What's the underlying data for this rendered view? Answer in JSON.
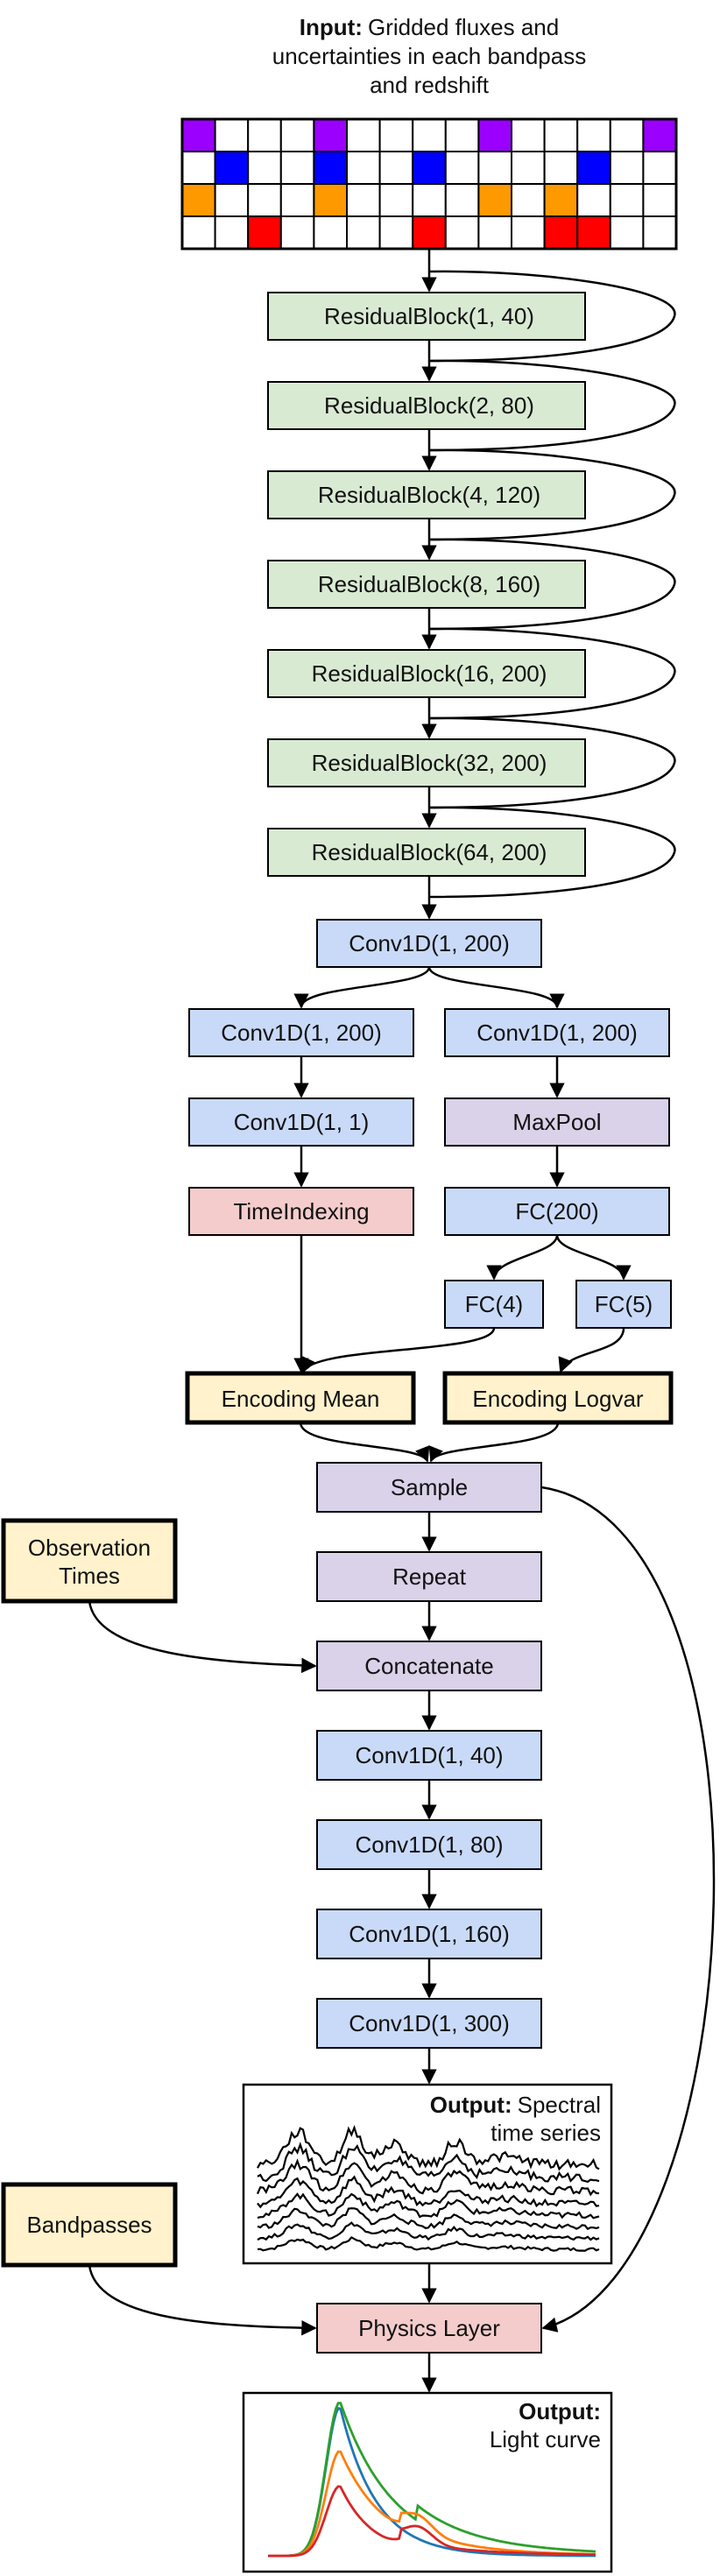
{
  "input": {
    "title_bold": "Input:",
    "title_line1": "Gridded fluxes and",
    "title_line2": "uncertainties in each bandpass",
    "title_line3": "and redshift",
    "grid_rows": [
      [
        1,
        0,
        0,
        0,
        1,
        0,
        0,
        0,
        0,
        1,
        0,
        0,
        0,
        0,
        1
      ],
      [
        0,
        2,
        0,
        0,
        2,
        0,
        0,
        2,
        0,
        0,
        0,
        0,
        2,
        0,
        0
      ],
      [
        3,
        0,
        0,
        0,
        3,
        0,
        0,
        0,
        0,
        3,
        0,
        3,
        0,
        0,
        0
      ],
      [
        0,
        0,
        4,
        0,
        0,
        0,
        0,
        4,
        0,
        0,
        0,
        4,
        4,
        0,
        0
      ]
    ],
    "grid_colors": {
      "0": "#ffffff",
      "1": "#9b00ff",
      "2": "#0000ff",
      "3": "#ff9900",
      "4": "#ff0000"
    }
  },
  "residual_blocks": [
    "ResidualBlock(1, 40)",
    "ResidualBlock(2, 80)",
    "ResidualBlock(4, 120)",
    "ResidualBlock(8, 160)",
    "ResidualBlock(16, 200)",
    "ResidualBlock(32, 200)",
    "ResidualBlock(64, 200)"
  ],
  "encoder": {
    "conv_main": "Conv1D(1, 200)",
    "conv_left": "Conv1D(1, 200)",
    "conv_right": "Conv1D(1, 200)",
    "conv_1_1": "Conv1D(1, 1)",
    "maxpool": "MaxPool",
    "time_indexing": "TimeIndexing",
    "fc200": "FC(200)",
    "fc4": "FC(4)",
    "fc5": "FC(5)",
    "encoding_mean": "Encoding Mean",
    "encoding_logvar": "Encoding Logvar"
  },
  "decoder": {
    "sample": "Sample",
    "repeat": "Repeat",
    "observation_times_line1": "Observation",
    "observation_times_line2": "Times",
    "concatenate": "Concatenate",
    "convs": [
      "Conv1D(1, 40)",
      "Conv1D(1, 80)",
      "Conv1D(1, 160)",
      "Conv1D(1, 300)"
    ],
    "bandpasses": "Bandpasses",
    "physics_layer": "Physics Layer"
  },
  "output_spectra": {
    "title_bold": "Output:",
    "title_rest": "Spectral",
    "title_line2": "time series"
  },
  "output_lightcurve": {
    "title_bold": "Output:",
    "title_line2": "Light curve",
    "line_colors": [
      "#1f77b4",
      "#2ca02c",
      "#ff7f0e",
      "#d62728"
    ]
  },
  "colors": {
    "residual": "#d9ead3",
    "conv": "#c9daf8",
    "purple": "#d9d2e9",
    "pink": "#f4cccc",
    "yellow": "#fff2cc",
    "white": "#ffffff"
  }
}
